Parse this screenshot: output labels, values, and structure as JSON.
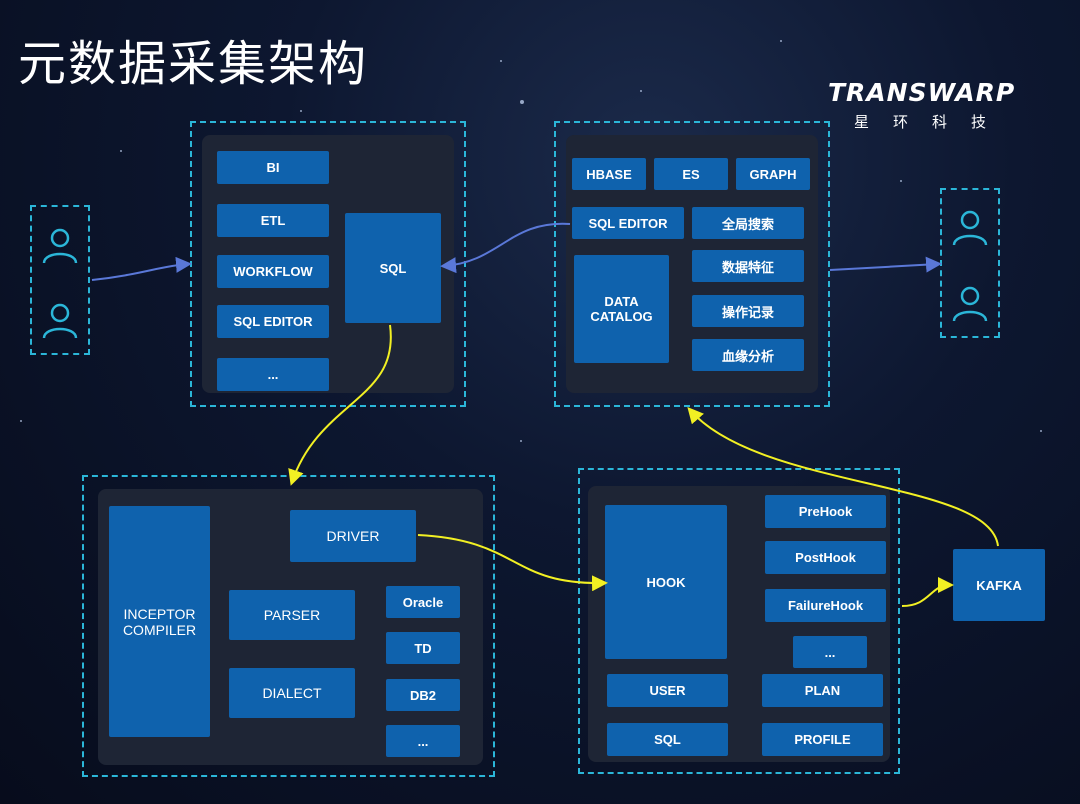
{
  "title": "元数据采集架构",
  "logo": {
    "main": "TRANSWARP",
    "sub": "星环科技"
  },
  "colors": {
    "box": "#0f62ad",
    "dash": "#2bb6d8",
    "arrow_yellow": "#f2f023",
    "arrow_blue": "#5a78d8",
    "panel": "#1e2535"
  },
  "tools": {
    "bi": "BI",
    "etl": "ETL",
    "workflow": "WORKFLOW",
    "sql_editor": "SQL EDITOR",
    "more": "...",
    "sql": "SQL"
  },
  "catalog": {
    "hbase": "HBASE",
    "es": "ES",
    "graph": "GRAPH",
    "sql_editor": "SQL EDITOR",
    "search": "全局搜索",
    "data_catalog": "DATA\nCATALOG",
    "features": "数据特征",
    "op_log": "操作记录",
    "lineage": "血缘分析"
  },
  "inceptor": {
    "compiler": "INCEPTOR\nCOMPILER",
    "driver": "DRIVER",
    "parser": "PARSER",
    "dialect": "DIALECT",
    "oracle": "Oracle",
    "td": "TD",
    "db2": "DB2",
    "more": "..."
  },
  "hook": {
    "hook": "HOOK",
    "prehook": "PreHook",
    "posthook": "PostHook",
    "failurehook": "FailureHook",
    "more": "...",
    "user": "USER",
    "plan": "PLAN",
    "sql": "SQL",
    "profile": "PROFILE"
  },
  "kafka": "KAFKA",
  "icons": [
    "user-icon"
  ]
}
